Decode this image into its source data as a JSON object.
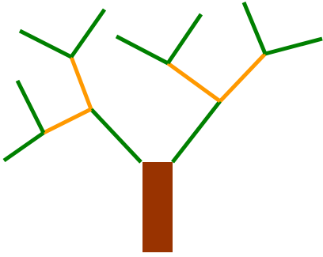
{
  "colors": {
    "background": "#ffffff",
    "trunk": "#993300",
    "inner_branch": "#ff9900",
    "outer_branch": "#008000"
  },
  "tree": {
    "branch_colors_by_depth": [
      "outer_branch",
      "inner_branch",
      "outer_branch"
    ]
  }
}
